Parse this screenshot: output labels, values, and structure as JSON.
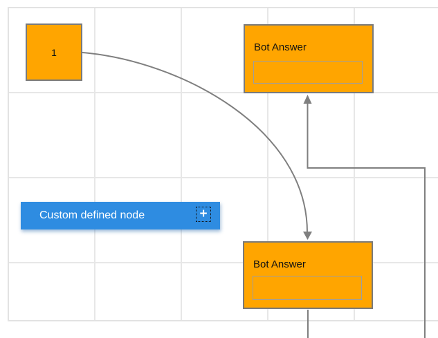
{
  "nodes": {
    "start": {
      "label": "1"
    },
    "bot_answer_top": {
      "title": "Bot Answer"
    },
    "bot_answer_bottom": {
      "title": "Bot Answer"
    },
    "custom": {
      "label": "Custom defined node",
      "plus_icon": "+"
    }
  },
  "connectors": {
    "curve": "from node 1 to bottom Bot Answer, arrow down",
    "orthogonal": "from bottom edge up into top Bot Answer, arrow up"
  },
  "colors": {
    "node_orange": "#FFA500",
    "node_border_gray": "#7A7A7A",
    "custom_blue": "#2E8CE1",
    "connector_gray": "#7F7F7F",
    "grid_line": "#E7E7E7",
    "canvas_border": "#E2E2E2"
  }
}
